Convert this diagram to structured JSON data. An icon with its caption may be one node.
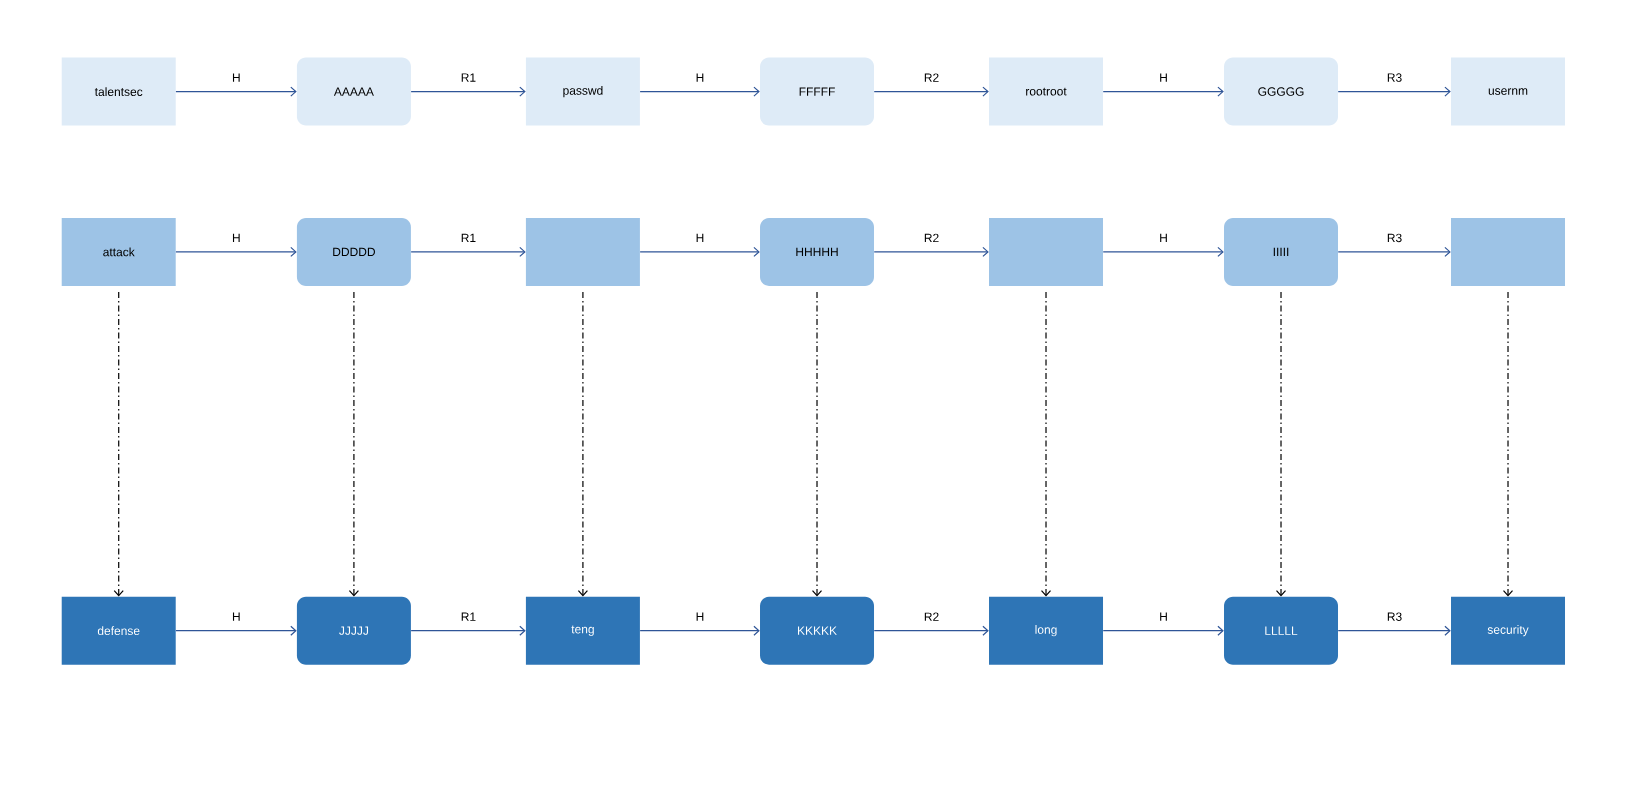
{
  "diagram": {
    "nodes": [
      {
        "text": [
          "talentsec"
        ]
      },
      {
        "text": [
          "AAAAA"
        ]
      },
      {
        "text": [
          "passwd"
        ]
      },
      {
        "text": [
          "FFFFF"
        ]
      },
      {
        "text": [
          "rootroot"
        ]
      },
      {
        "text": [
          "GGGGG"
        ]
      },
      {
        "text": [
          "usernm"
        ]
      },
      {
        "text": [
          "attack"
        ]
      },
      {
        "text": [
          "DDDDD"
        ]
      },
      {
        "text": [],
        "shape": "box"
      },
      {
        "text": [
          "HHHHH"
        ]
      },
      {
        "text": [],
        "shape": "box"
      },
      {
        "text": [
          "IIIII"
        ]
      },
      {
        "text": [],
        "shape": "box"
      },
      {
        "text": [
          "defense"
        ]
      },
      {
        "text": [
          "JJJJJ"
        ]
      },
      {
        "text": [
          "teng"
        ]
      },
      {
        "text": [
          "KKKKK"
        ]
      },
      {
        "text": [
          "long"
        ]
      },
      {
        "text": [
          "LLLLL"
        ]
      },
      {
        "text": [
          "security"
        ]
      }
    ],
    "edges": [
      {
        "from": 0,
        "to": 1,
        "arrow": "to",
        "label": "H"
      },
      {
        "from": 1,
        "to": 2,
        "arrow": "to",
        "label": "R1"
      },
      {
        "from": 2,
        "to": 3,
        "arrow": "to",
        "label": "H"
      },
      {
        "from": 3,
        "to": 4,
        "arrow": "to",
        "label": "R2"
      },
      {
        "from": 4,
        "to": 5,
        "arrow": "to",
        "label": "H"
      },
      {
        "from": 5,
        "to": 6,
        "arrow": "to",
        "label": "R3"
      },
      {
        "from": 7,
        "to": 8,
        "arrow": "to",
        "label": "H"
      },
      {
        "from": 8,
        "to": 9,
        "arrow": "to",
        "label": "R1"
      },
      {
        "from": 9,
        "to": 10,
        "arrow": "to",
        "label": "H"
      },
      {
        "from": 10,
        "to": 11,
        "arrow": "to",
        "label": "R2"
      },
      {
        "from": 11,
        "to": 12,
        "arrow": "to",
        "label": "H"
      },
      {
        "from": 12,
        "to": 13,
        "arrow": "to",
        "label": "R3"
      },
      {
        "from": 14,
        "to": 15,
        "arrow": "to",
        "label": "H"
      },
      {
        "from": 15,
        "to": 16,
        "arrow": "to",
        "label": "R1"
      },
      {
        "from": 16,
        "to": 17,
        "arrow": "to",
        "label": "H"
      },
      {
        "from": 17,
        "to": 18,
        "arrow": "to",
        "label": "R2"
      },
      {
        "from": 18,
        "to": 19,
        "arrow": "to",
        "label": "H"
      },
      {
        "from": 19,
        "to": 20,
        "arrow": "to",
        "label": "R3"
      },
      {
        "from": 7,
        "to": 14,
        "arrow": "to",
        "style": "dashed",
        "color": "#000000"
      },
      {
        "from": 8,
        "to": 15,
        "arrow": "to",
        "style": "dashed",
        "color": "#000000"
      },
      {
        "from": 9,
        "to": 16,
        "arrow": "to",
        "style": "dashed",
        "color": "#000000"
      },
      {
        "from": 10,
        "to": 17,
        "arrow": "to",
        "style": "dashed",
        "color": "#000000"
      },
      {
        "from": 11,
        "to": 18,
        "arrow": "to",
        "style": "dashed",
        "color": "#000000"
      },
      {
        "from": 12,
        "to": 19,
        "arrow": "to",
        "style": "dashed",
        "color": "#000000"
      },
      {
        "from": 13,
        "to": 20,
        "arrow": "to",
        "style": "dashed",
        "color": "#000000"
      }
    ]
  }
}
